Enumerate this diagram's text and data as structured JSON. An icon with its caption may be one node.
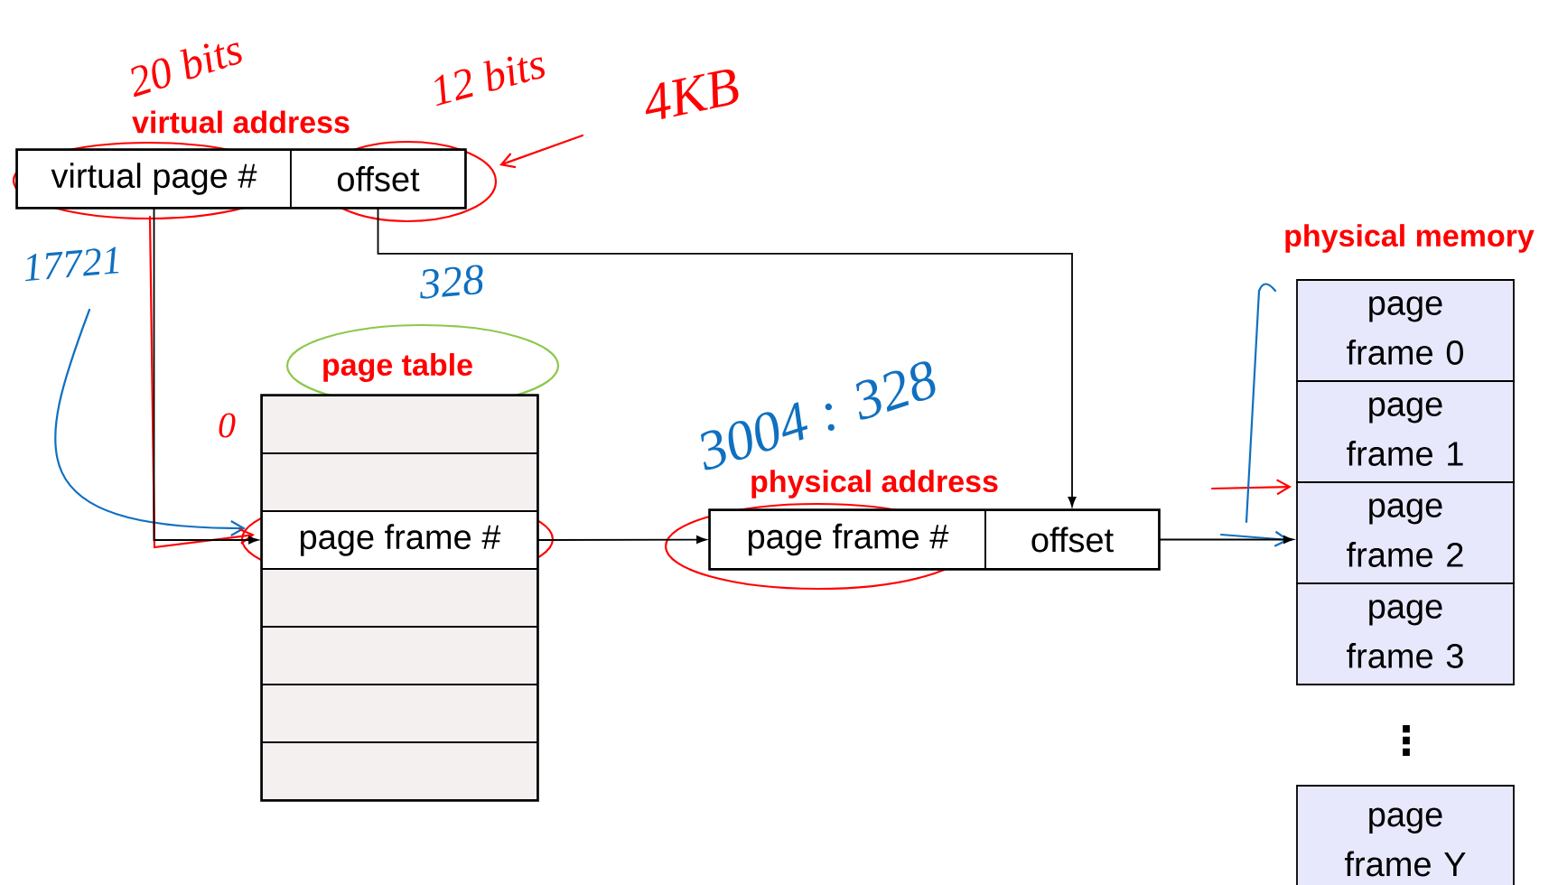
{
  "diagram": {
    "nodes": [
      {
        "text": [
          "virtual address"
        ]
      },
      {
        "text": [
          "virtual page #"
        ],
        "in": 0
      },
      {
        "text": [
          "offset"
        ],
        "in": 0
      },
      {
        "text": [
          "page table"
        ]
      },
      {
        "text": [],
        "shape": "box",
        "in": 3
      },
      {
        "text": [],
        "shape": "box",
        "in": 3
      },
      {
        "text": [
          "page frame #"
        ],
        "in": 3
      },
      {
        "text": [],
        "shape": "box",
        "in": 3
      },
      {
        "text": [],
        "shape": "box",
        "in": 3
      },
      {
        "text": [],
        "shape": "box",
        "in": 3
      },
      {
        "text": [],
        "shape": "box",
        "in": 3
      },
      {
        "text": [
          "physical address"
        ]
      },
      {
        "text": [
          "page frame #"
        ],
        "in": 11
      },
      {
        "text": [
          "offset"
        ],
        "in": 11
      },
      {
        "text": [
          "page frame 0"
        ]
      },
      {
        "text": [
          "page frame 1"
        ]
      },
      {
        "text": [
          "page frame 2"
        ]
      },
      {
        "text": [
          "page frame 3"
        ]
      },
      {
        "text": [
          "page frame Y"
        ]
      }
    ],
    "edges": [
      {
        "from": 1,
        "to": 6,
        "arrow": "to"
      },
      {
        "from": 2,
        "to": 13,
        "arrow": "to"
      },
      {
        "from": 6,
        "to": 12,
        "arrow": "to"
      },
      {
        "from": 13,
        "to": 16,
        "arrow": "to"
      }
    ],
    "labels": [
      "20 bits",
      "12 bits",
      "4KB",
      "17721",
      "328",
      "physical memory",
      "0",
      "3004 : 328",
      "⋮"
    ]
  }
}
